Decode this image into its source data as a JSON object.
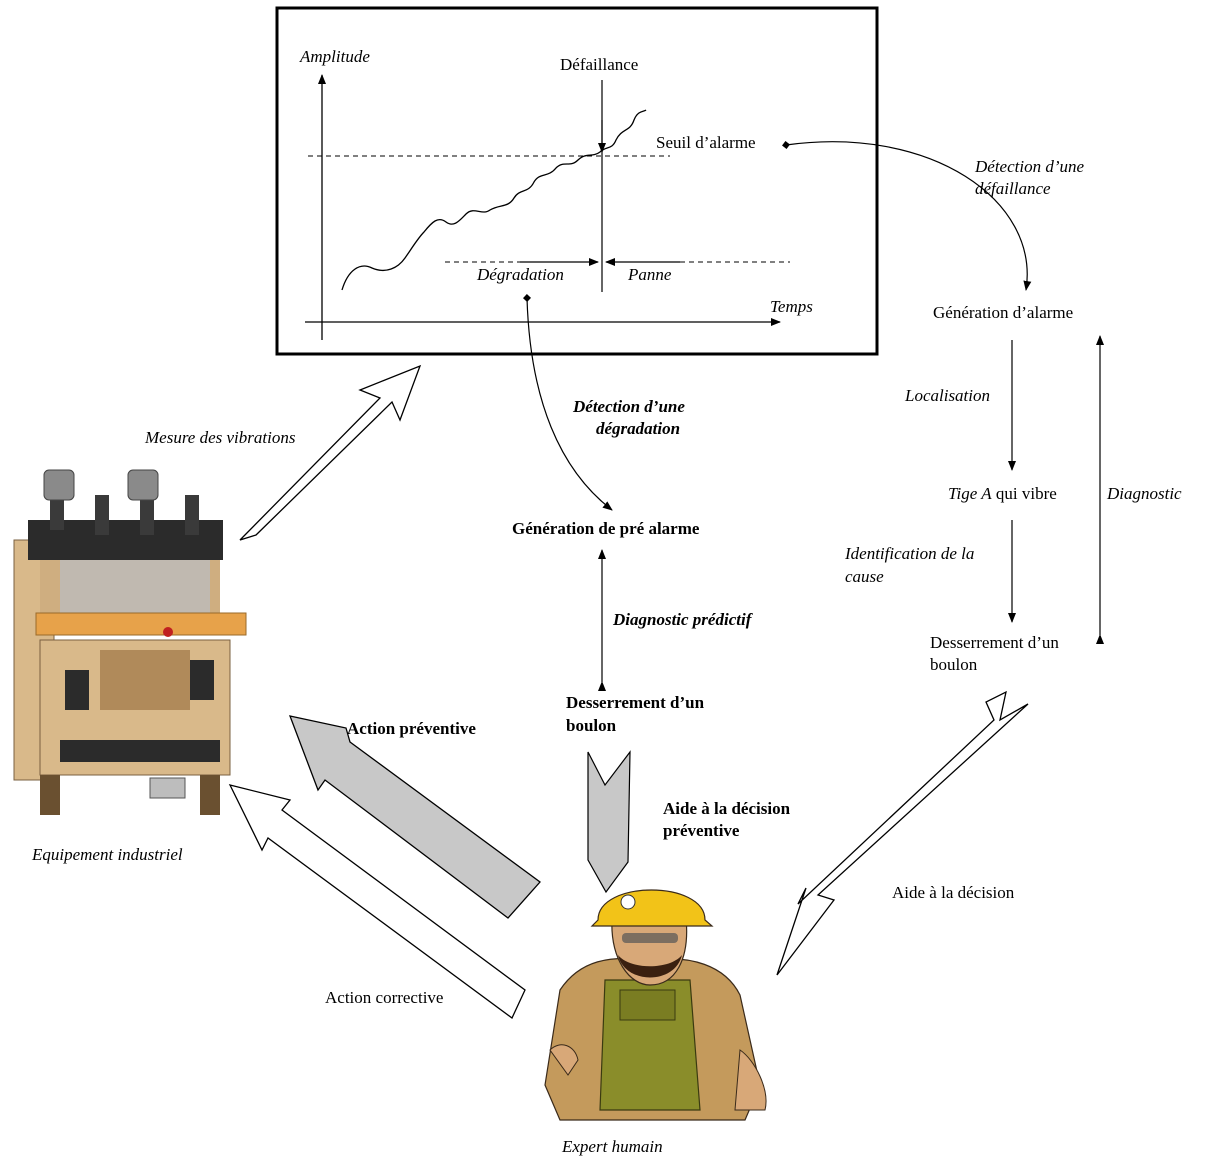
{
  "chart": {
    "y_axis_label": "Amplitude",
    "x_axis_label": "Temps",
    "failure_label": "Défaillance",
    "threshold_label": "Seuil d’alarme",
    "degradation_label": "Dégradation",
    "breakdown_label": "Panne"
  },
  "right_flow": {
    "detection_failure_line1": "Détection d’une",
    "detection_failure_line2": "défaillance",
    "alarm_generation": "Génération d’alarme",
    "localisation": "Localisation",
    "rod_vibrating_italic": "Tige A",
    "rod_vibrating_rest": " qui vibre",
    "diagnostic": "Diagnostic",
    "identification_line1": "Identification de la",
    "identification_line2": "cause",
    "loosening_line1": "Desserrement d’un",
    "loosening_line2": "boulon",
    "decision_aid": "Aide à la décision"
  },
  "center_flow": {
    "detection_degradation_line1": "Détection d’une",
    "detection_degradation_line2": "dégradation",
    "pre_alarm_generation": "Génération de pré alarme",
    "predictive_diagnostic": "Diagnostic prédictif",
    "loosening_line1": "Desserrement d’un",
    "loosening_line2": "boulon",
    "preventive_decision_line1": "Aide à la décision",
    "preventive_decision_line2": "préventive"
  },
  "left_flow": {
    "vibration_measure": "Mesure des vibrations",
    "equipment_caption": "Equipement industriel",
    "preventive_action": "Action préventive",
    "corrective_action": "Action corrective"
  },
  "expert_caption": "Expert humain",
  "colors": {
    "grey_arrow": "#c8c8c8",
    "machine_beige": "#d9b98a",
    "machine_dark": "#2b2b2b",
    "table_top": "#e7a24a",
    "helmet": "#f2c318",
    "overalls": "#8a8d2a",
    "shirt": "#c49a5c"
  }
}
